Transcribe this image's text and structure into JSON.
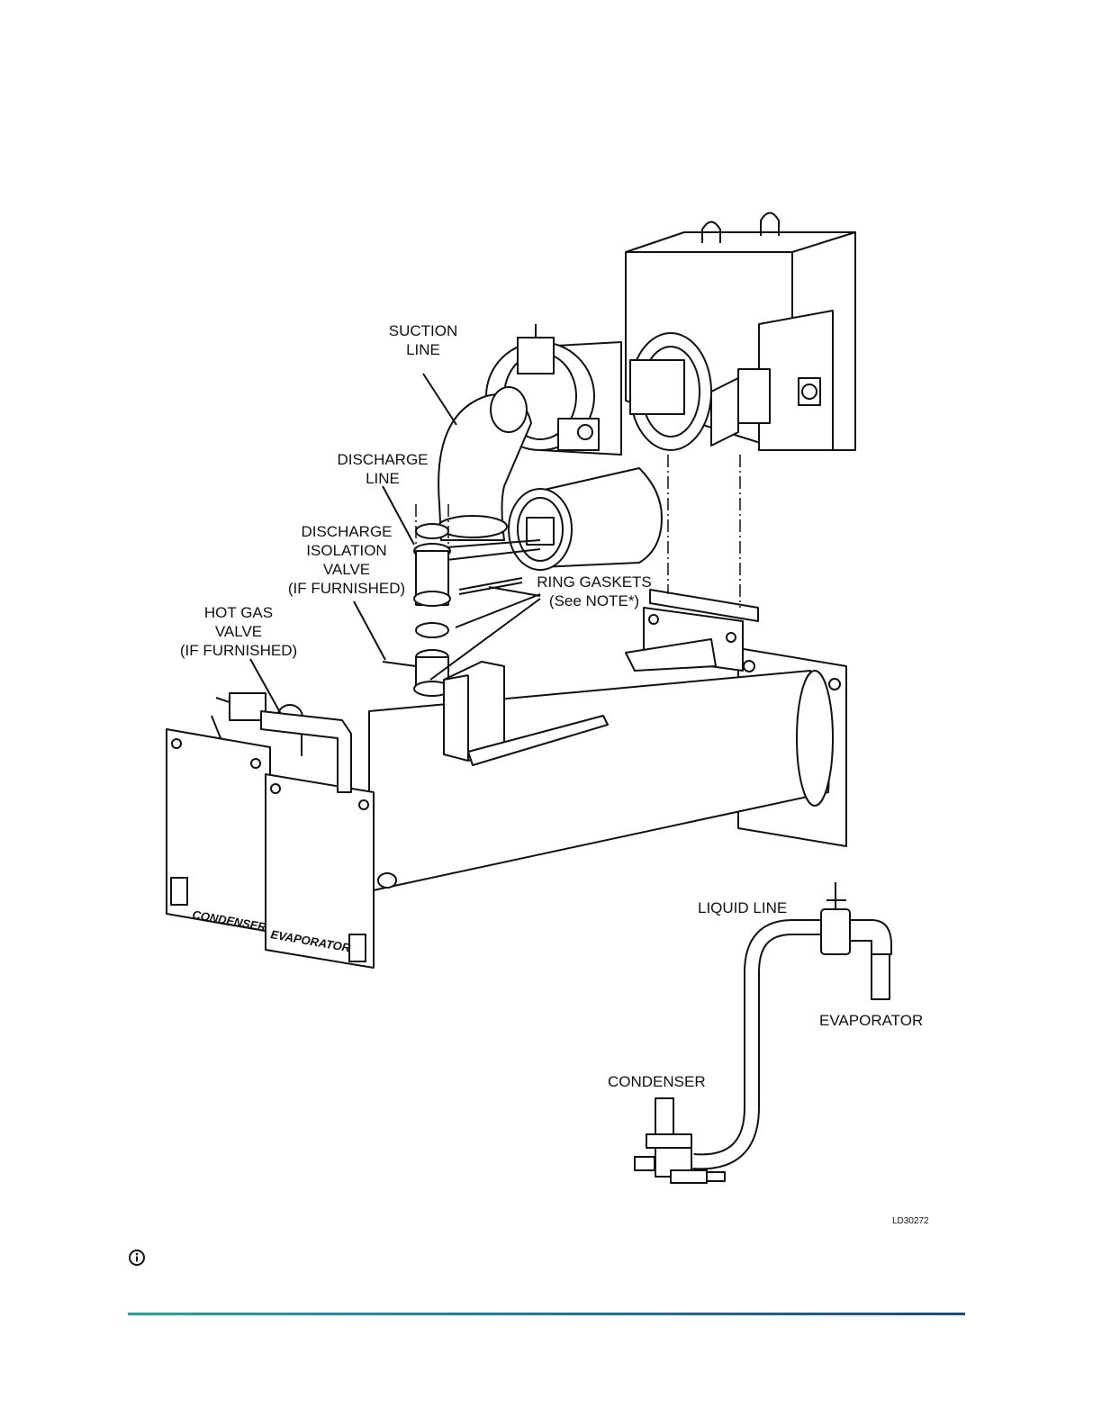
{
  "labels": {
    "suction_line": [
      "SUCTION",
      "LINE"
    ],
    "discharge_line": [
      "DISCHARGE",
      "LINE"
    ],
    "discharge_isolation_valve": [
      "DISCHARGE",
      "ISOLATION",
      "VALVE",
      "(IF FURNISHED)"
    ],
    "ring_gaskets": [
      "RING GASKETS",
      "(See NOTE*)"
    ],
    "hot_gas_valve": [
      "HOT GAS",
      "VALVE",
      "(IF FURNISHED)"
    ],
    "liquid_line": "LIQUID LINE",
    "evaporator": "EVAPORATOR",
    "condenser": "CONDENSER",
    "plate_condenser": "CONDENSER",
    "plate_evaporator": "EVAPORATOR",
    "drawing_number": "LD30272"
  },
  "colors": {
    "line": "#111111",
    "footer_start": "#19a89a",
    "footer_end": "#1a4a8c"
  },
  "icons": {
    "note": "info-circle-icon"
  }
}
